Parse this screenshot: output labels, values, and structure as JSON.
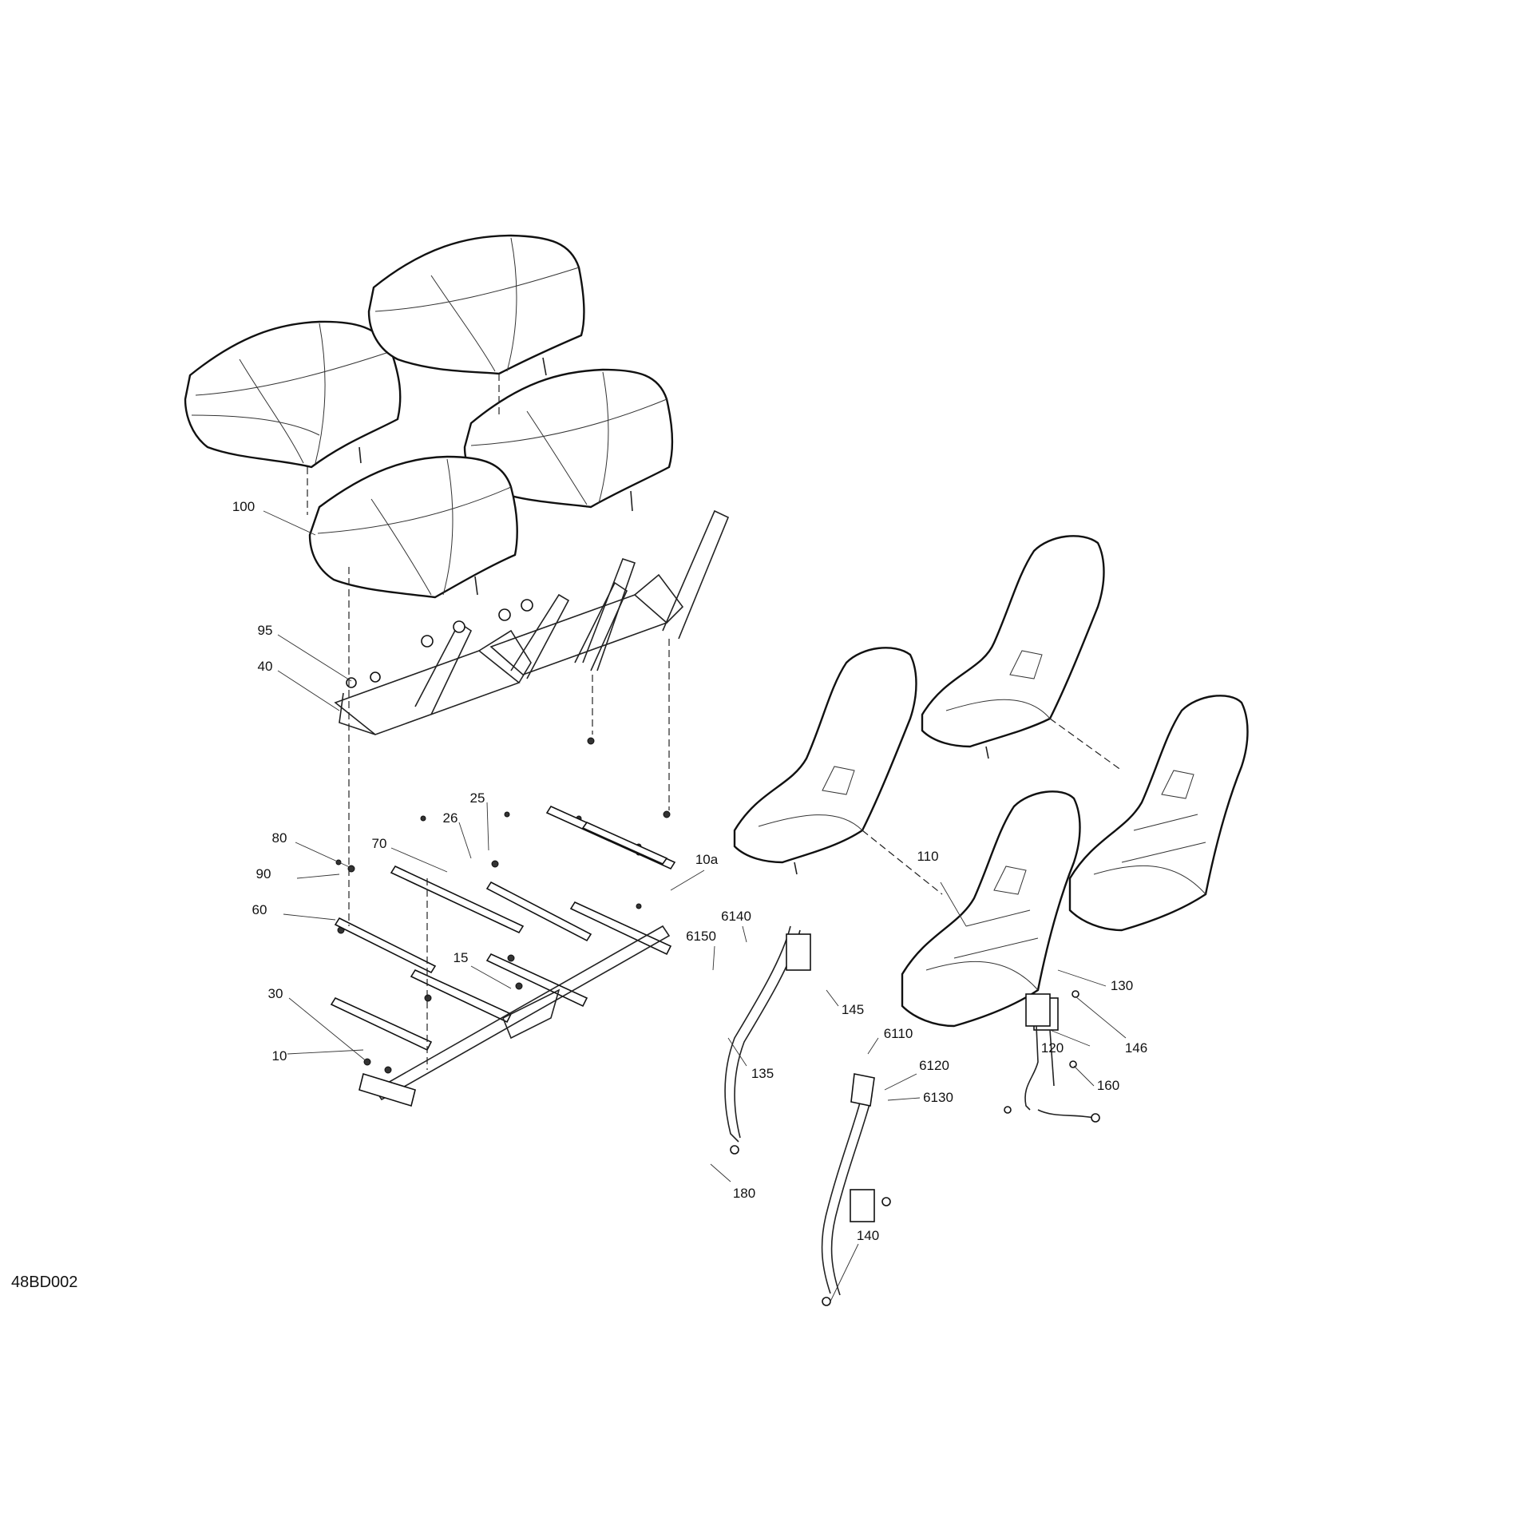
{
  "diagram_code": "48BD002",
  "callouts": [
    {
      "id": "c100",
      "text": "100"
    },
    {
      "id": "c95",
      "text": "95"
    },
    {
      "id": "c40",
      "text": "40"
    },
    {
      "id": "c80",
      "text": "80"
    },
    {
      "id": "c90",
      "text": "90"
    },
    {
      "id": "c60",
      "text": "60"
    },
    {
      "id": "c70",
      "text": "70"
    },
    {
      "id": "c26",
      "text": "26"
    },
    {
      "id": "c25",
      "text": "25"
    },
    {
      "id": "c10a",
      "text": "10a"
    },
    {
      "id": "c15",
      "text": "15"
    },
    {
      "id": "c30",
      "text": "30"
    },
    {
      "id": "c10",
      "text": "10"
    },
    {
      "id": "c6140",
      "text": "6140"
    },
    {
      "id": "c6150",
      "text": "6150"
    },
    {
      "id": "c145",
      "text": "145"
    },
    {
      "id": "c6110",
      "text": "6110"
    },
    {
      "id": "c6120",
      "text": "6120"
    },
    {
      "id": "c6130",
      "text": "6130"
    },
    {
      "id": "c135",
      "text": "135"
    },
    {
      "id": "c180",
      "text": "180"
    },
    {
      "id": "c140",
      "text": "140"
    },
    {
      "id": "c110",
      "text": "110"
    },
    {
      "id": "c130",
      "text": "130"
    },
    {
      "id": "c146",
      "text": "146"
    },
    {
      "id": "c120",
      "text": "120"
    },
    {
      "id": "c160",
      "text": "160"
    }
  ]
}
